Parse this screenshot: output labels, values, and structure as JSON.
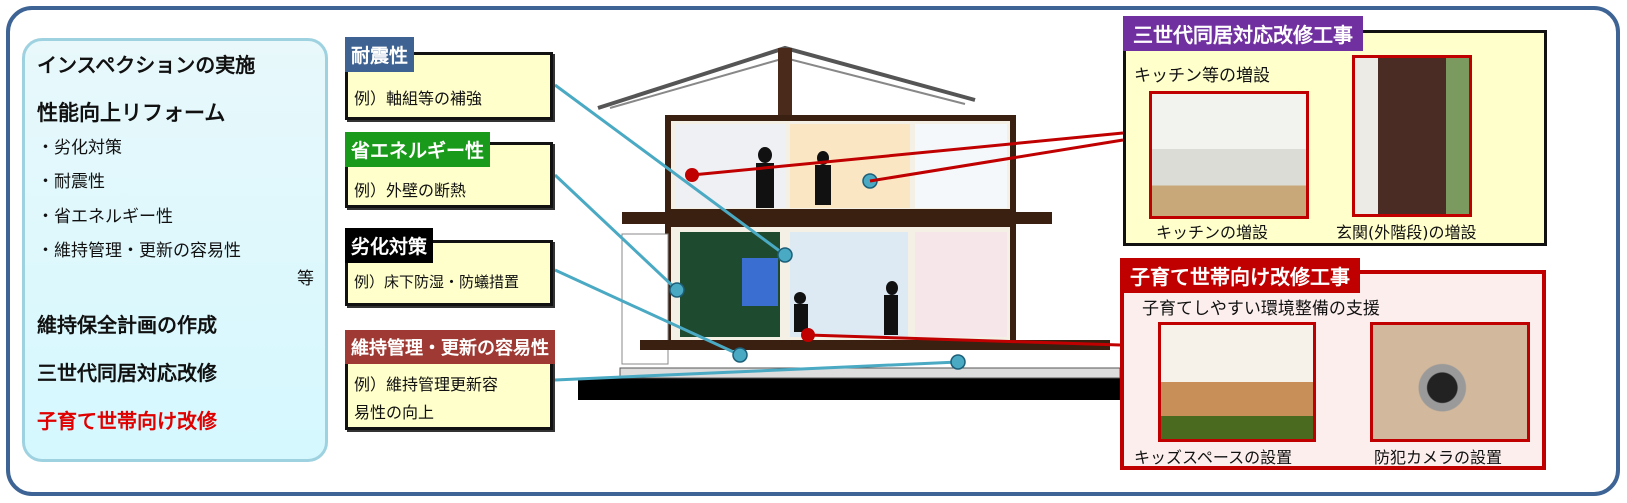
{
  "left_panel": {
    "inspection": "インスペクションの実施",
    "reform_title": "性能向上リフォーム",
    "reform_items": [
      "・劣化対策",
      "・耐震性",
      "・省エネルギー性",
      "・維持管理・更新の容易性"
    ],
    "etc": "等",
    "maintenance_plan": "維持保全計画の作成",
    "three_gen": "三世代同居対応改修",
    "child_rearing": "子育て世帯向け改修"
  },
  "callouts": [
    {
      "label": "耐震性",
      "example": "例）軸組等の補強",
      "color": "#3e6291"
    },
    {
      "label": "省エネルギー性",
      "example": "例）外壁の断熱",
      "color": "#1a9a1a"
    },
    {
      "label": "劣化対策",
      "example": "例）床下防湿・防蟻措置",
      "color": "#000000"
    },
    {
      "label": "維持管理・更新の容易性",
      "example": "例）維持管理更新容",
      "example2": "易性の向上",
      "color": "#9e3a33"
    }
  ],
  "three_gen_box": {
    "title": "三世代同居対応改修工事",
    "subtitle": "キッチン等の増設",
    "captions": [
      "キッチンの増設",
      "玄関(外階段)の増設"
    ],
    "color": "#7030a0"
  },
  "child_box": {
    "title": "子育て世帯向け改修工事",
    "subtitle": "子育てしやすい環境整備の支援",
    "captions": [
      "キッズスペースの設置",
      "防犯カメラの設置"
    ],
    "color": "#c00000"
  }
}
